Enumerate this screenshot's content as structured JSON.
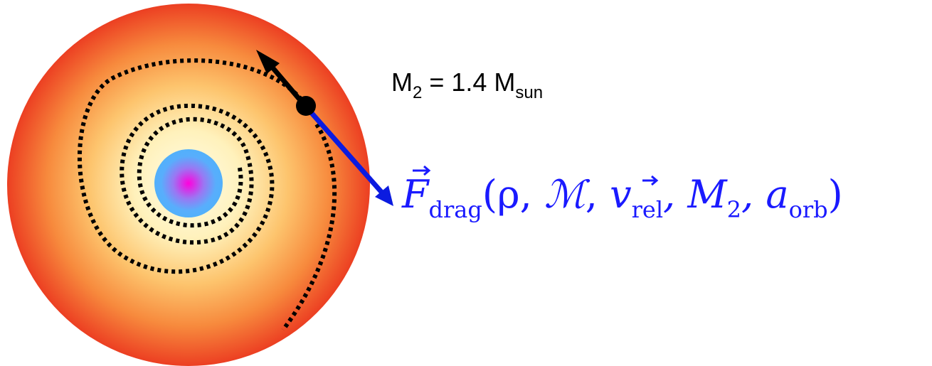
{
  "diagram": {
    "companion_mass": {
      "label_main": "M",
      "label_sub": "2",
      "label_rest": " = 1.4 M",
      "label_unit_sub": "sun"
    },
    "drag_force": {
      "symbol": "F",
      "subscript": "drag",
      "args_open": "(ρ, ",
      "mach_symbol": "ℳ",
      "args_mid": ", ",
      "velocity_symbol": "v",
      "velocity_sub": "rel",
      "args_sep": ", M",
      "mass_sub": "2",
      "args_sep2": ", a",
      "orbit_sub": "orb",
      "args_close": ")"
    },
    "colors": {
      "envelope_outer": "#ee4422",
      "envelope_mid": "#fcb25c",
      "envelope_inner": "#fff6c8",
      "core_outer": "#55aaff",
      "core_center": "#ff00cc",
      "force_arrow": "#0b1be0",
      "velocity_arrow": "#000000",
      "orbit_path": "#000000"
    },
    "icons": {
      "companion": "black-dot",
      "velocity": "arrow",
      "force": "arrow"
    }
  }
}
